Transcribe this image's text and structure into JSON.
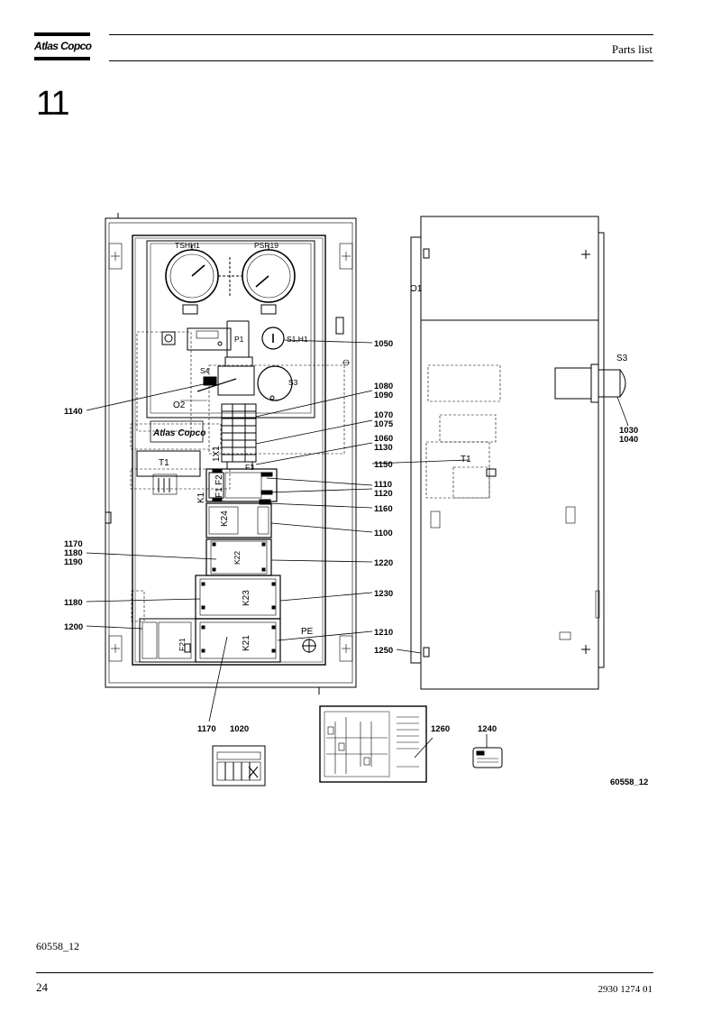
{
  "header": {
    "brand": "Atlas Copco",
    "title": "Parts list"
  },
  "section_number": "11",
  "drawing": {
    "drawing_ref": "60558_12",
    "front_labels": {
      "gauge_left": "TSHH1",
      "gauge_right": "PSR19",
      "door_logo": "Atlas Copco",
      "t1_front": "T1",
      "p1": "P1",
      "s1_h1": "S1,H1",
      "s4": "S4",
      "s3_front": "S3",
      "o2": "O2",
      "terminal_1x1": "1X1",
      "f3": "F3",
      "k1": "K1",
      "f1": "F1",
      "f2": "F2",
      "k24": "K24",
      "k22": "K22",
      "k23": "K23",
      "k21": "K21",
      "f21": "F21",
      "pe": "PE"
    },
    "side_labels": {
      "o1": "O1",
      "s3_side": "S3",
      "t1_side": "T1"
    },
    "callouts_left": {
      "c1140": "1140",
      "c1170a": "1170",
      "c1180a": "1180",
      "c1190": "1190",
      "c1180b": "1180",
      "c1200": "1200",
      "c1170b": "1170",
      "c1020": "1020"
    },
    "callouts_right": {
      "c1050": "1050",
      "c1080": "1080",
      "c1090": "1090",
      "c1070": "1070",
      "c1075": "1075",
      "c1060": "1060",
      "c1130": "1130",
      "c1150": "1150",
      "c1110": "1110",
      "c1120": "1120",
      "c1160": "1160",
      "c1100": "1100",
      "c1220": "1220",
      "c1230": "1230",
      "c1210": "1210",
      "c1250": "1250",
      "c1030": "1030",
      "c1040": "1040",
      "c1260": "1260",
      "c1240": "1240"
    }
  },
  "footer": {
    "drawing_ref": "60558_12",
    "page_number": "24",
    "document_number": "2930 1274 01"
  }
}
